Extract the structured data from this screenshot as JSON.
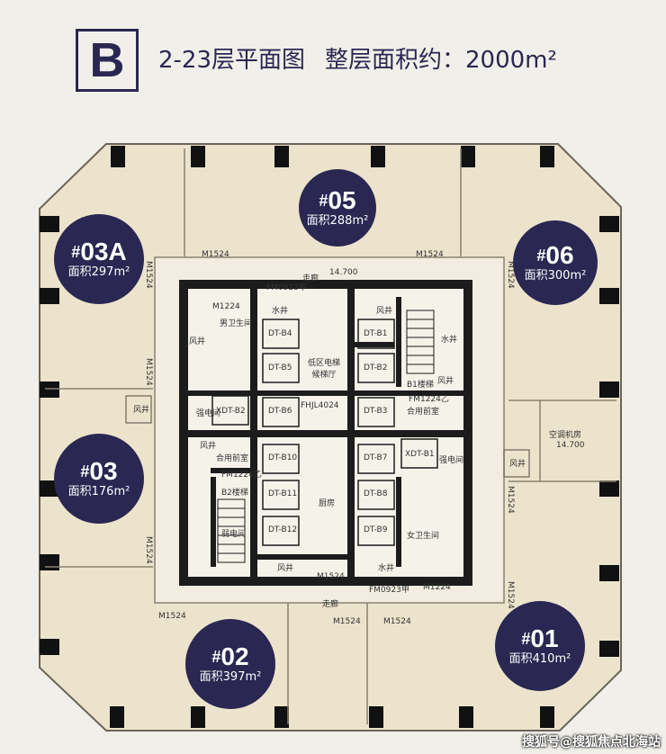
{
  "header": {
    "block_letter": "B",
    "floors": "2-23层平面图",
    "area_label": "整层面积约：2000m²"
  },
  "units": [
    {
      "id": "05",
      "area": "面积288m²"
    },
    {
      "id": "03A",
      "area": "面积297m²"
    },
    {
      "id": "06",
      "area": "面积300m²"
    },
    {
      "id": "03",
      "area": "面积176m²"
    },
    {
      "id": "02",
      "area": "面积397m²"
    },
    {
      "id": "01",
      "area": "面积410m²"
    }
  ],
  "hash_symbol": "#",
  "labels": {
    "corridor": "走廊",
    "elevation_top": "14.700",
    "elevation_ac": "14.700",
    "door_m1524": "M1524",
    "door_m1224": "M1224",
    "door_fm0923": "FM0923甲",
    "door_fm1224": "FM1224乙",
    "toilet": "男卫生间",
    "toilet_f": "女卫生间",
    "shaft_water": "水井",
    "shaft_air": "风井",
    "elevator_hall": "低区电梯候梯厅",
    "stair_b1": "B1楼梯",
    "stair_b2": "B2楼梯",
    "front_room": "合用前室",
    "fire_shutter": "FHJL4024",
    "kitchen": "厨房",
    "electric": "强电间",
    "weak_electric": "弱电间",
    "ac_room": "空调机房",
    "dt_b1": "DT-B1",
    "dt_b2": "DT-B2",
    "dt_b3": "DT-B3",
    "dt_b4": "DT-B4",
    "dt_b5": "DT-B5",
    "dt_b6": "DT-B6",
    "dt_b7": "DT-B7",
    "dt_b8": "DT-B8",
    "dt_b9": "DT-B9",
    "dt_b10": "DT-B10",
    "dt_b11": "DT-B11",
    "dt_b12": "DT-B12",
    "xdt_b1": "XDT-B1",
    "xdt_b2": "XDT-B2"
  },
  "watermark": "搜狐号@搜狐焦点北海站",
  "colors": {
    "navy": "#2a2752",
    "floor": "#ece3cc",
    "wall": "#1c1c1c"
  }
}
